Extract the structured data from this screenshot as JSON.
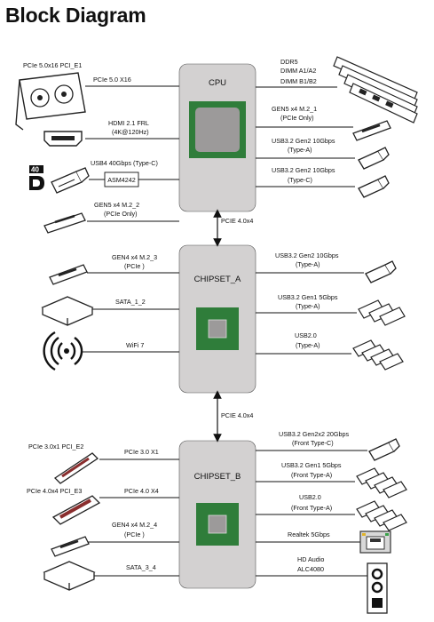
{
  "title": "Block Diagram",
  "colors": {
    "block_fill": "#d3d1d1",
    "chip_green": "#2f7d3a",
    "chip_grey": "#9c9a9a",
    "line": "#111111"
  },
  "blocks": {
    "cpu": "CPU",
    "chipset_a": "CHIPSET_A",
    "chipset_b": "CHIPSET_B"
  },
  "links": {
    "cpu_chipset_a": "PCIE 4.0x4",
    "chipset_a_chipset_b": "PCIE 4.0x4"
  },
  "cpu_left": {
    "gpu_slot": "PCIe 5.0x16 PCI_E1",
    "pcie_link": "PCIe 5.0 X16",
    "hdmi_1": "HDMI 2.1 FRL",
    "hdmi_2": "(4K@120Hz)",
    "usb4_logo": "40",
    "usb4": "USB4 40Gbps (Type-C)",
    "asm": "ASM4242",
    "m2_1": "GEN5 x4 M.2_2",
    "m2_2": "(PCIe Only)"
  },
  "cpu_right": {
    "ddr_1": "DDR5",
    "ddr_2": "DIMM A1/A2",
    "ddr_3": "DIMM B1/B2",
    "m2_1": "GEN5 x4 M.2_1",
    "m2_2": "(PCIe Only)",
    "usb_a_1": "USB3.2 Gen2 10Gbps",
    "usb_a_2": "(Type-A)",
    "usb_c_1": "USB3.2 Gen2 10Gbps",
    "usb_c_2": "(Type-C)"
  },
  "chipset_a_left": {
    "m2_1": "GEN4 x4 M.2_3",
    "m2_2": "(PCIe )",
    "sata": "SATA_1_2",
    "wifi": "WiFi 7"
  },
  "chipset_a_right": {
    "usb1_1": "USB3.2 Gen2 10Gbps",
    "usb1_2": "(Type-A)",
    "usb2_1": "USB3.2 Gen1 5Gbps",
    "usb2_2": "(Type-A)",
    "usb3_1": "USB2.0",
    "usb3_2": "(Type-A)"
  },
  "chipset_b_left": {
    "slot1": "PCIe 3.0x1 PCI_E2",
    "slot1_link": "PCIe 3.0 X1",
    "slot2": "PCIe 4.0x4 PCI_E3",
    "slot2_link": "PCIe 4.0 X4",
    "m2_1": "GEN4 x4 M.2_4",
    "m2_2": "(PCIe )",
    "sata": "SATA_3_4"
  },
  "chipset_b_right": {
    "usb1_1": "USB3.2 Gen2x2 20Gbps",
    "usb1_2": "(Front Type-C)",
    "usb2_1": "USB3.2 Gen1 5Gbps",
    "usb2_2": "(Front Type-A)",
    "usb3_1": "USB2.0",
    "usb3_2": "(Front Type-A)",
    "lan": "Realtek 5Gbps",
    "audio_1": "HD Audio",
    "audio_2": "ALC4080"
  }
}
